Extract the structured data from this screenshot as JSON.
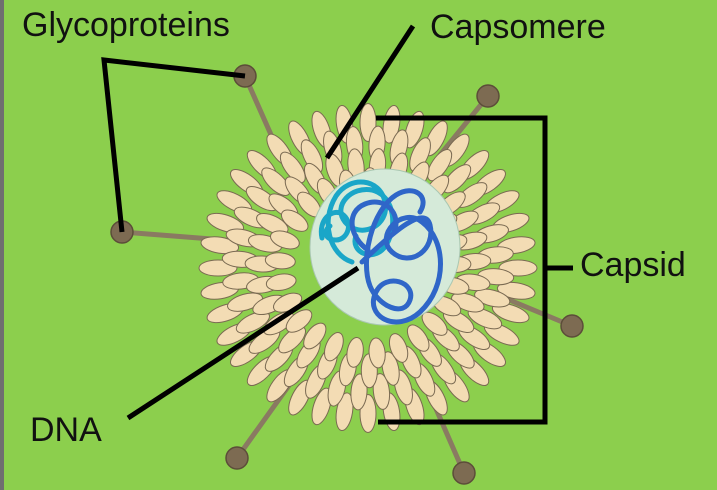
{
  "labels": {
    "glycoproteins": "Glycoproteins",
    "capsomere": "Capsomere",
    "capsid": "Capsid",
    "dna": "DNA"
  },
  "colors": {
    "background": "#8ccf4d",
    "capsomere_fill": "#f3dcb4",
    "capsomere_stroke": "#7a6a52",
    "spike": "#8a7a62",
    "spike_knob": "#7d6b52",
    "core": "#d5ead9",
    "dna_dark": "#2f66c8",
    "dna_light": "#1aa6c8",
    "leader": "#000000"
  }
}
